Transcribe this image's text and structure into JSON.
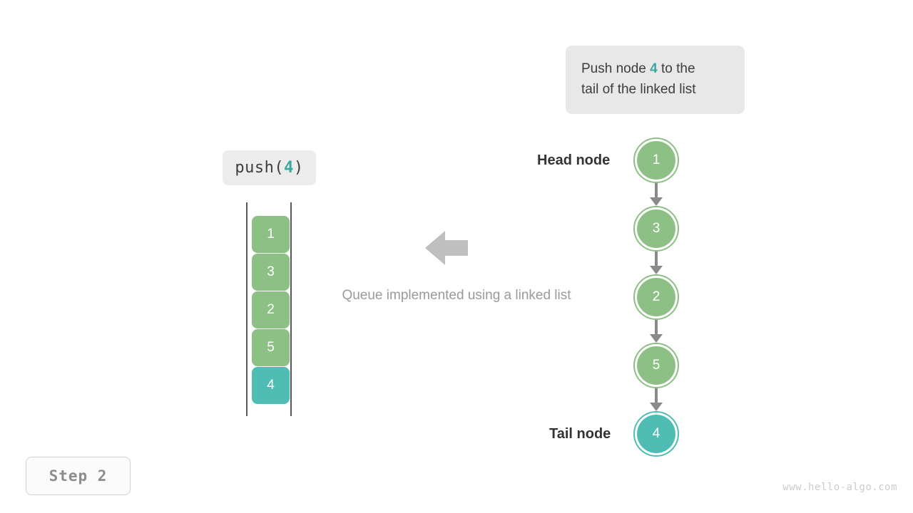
{
  "callout": {
    "line1_prefix": "Push node ",
    "line1_value": "4",
    "line1_suffix": " to the",
    "line2": "tail of the linked list",
    "background": "#e8e8e8",
    "accent_color": "#3aa89e"
  },
  "operation": {
    "label_prefix": "push(",
    "label_value": "4",
    "label_suffix": ")",
    "accent_color": "#3aa89e"
  },
  "array": {
    "cells": [
      {
        "value": "1",
        "color": "#8cc084",
        "state": "normal"
      },
      {
        "value": "3",
        "color": "#8cc084",
        "state": "normal"
      },
      {
        "value": "2",
        "color": "#8cc084",
        "state": "normal"
      },
      {
        "value": "5",
        "color": "#8cc084",
        "state": "normal"
      },
      {
        "value": "4",
        "color": "#4fbdb4",
        "state": "highlighted"
      }
    ]
  },
  "center": {
    "arrow_icon": "arrow-left-icon",
    "caption": "Queue implemented using a linked list",
    "caption_color": "#9a9a9a"
  },
  "linked_list": {
    "head_label": "Head node",
    "tail_label": "Tail node",
    "nodes": [
      {
        "value": "1",
        "color": "#8cc084",
        "state": "normal"
      },
      {
        "value": "3",
        "color": "#8cc084",
        "state": "normal"
      },
      {
        "value": "2",
        "color": "#8cc084",
        "state": "normal"
      },
      {
        "value": "5",
        "color": "#8cc084",
        "state": "normal"
      },
      {
        "value": "4",
        "color": "#4fbdb4",
        "state": "highlighted"
      }
    ],
    "connector_color": "#8a8a8a"
  },
  "step_badge": {
    "label": "Step 2"
  },
  "watermark": {
    "text": "www.hello-algo.com"
  }
}
